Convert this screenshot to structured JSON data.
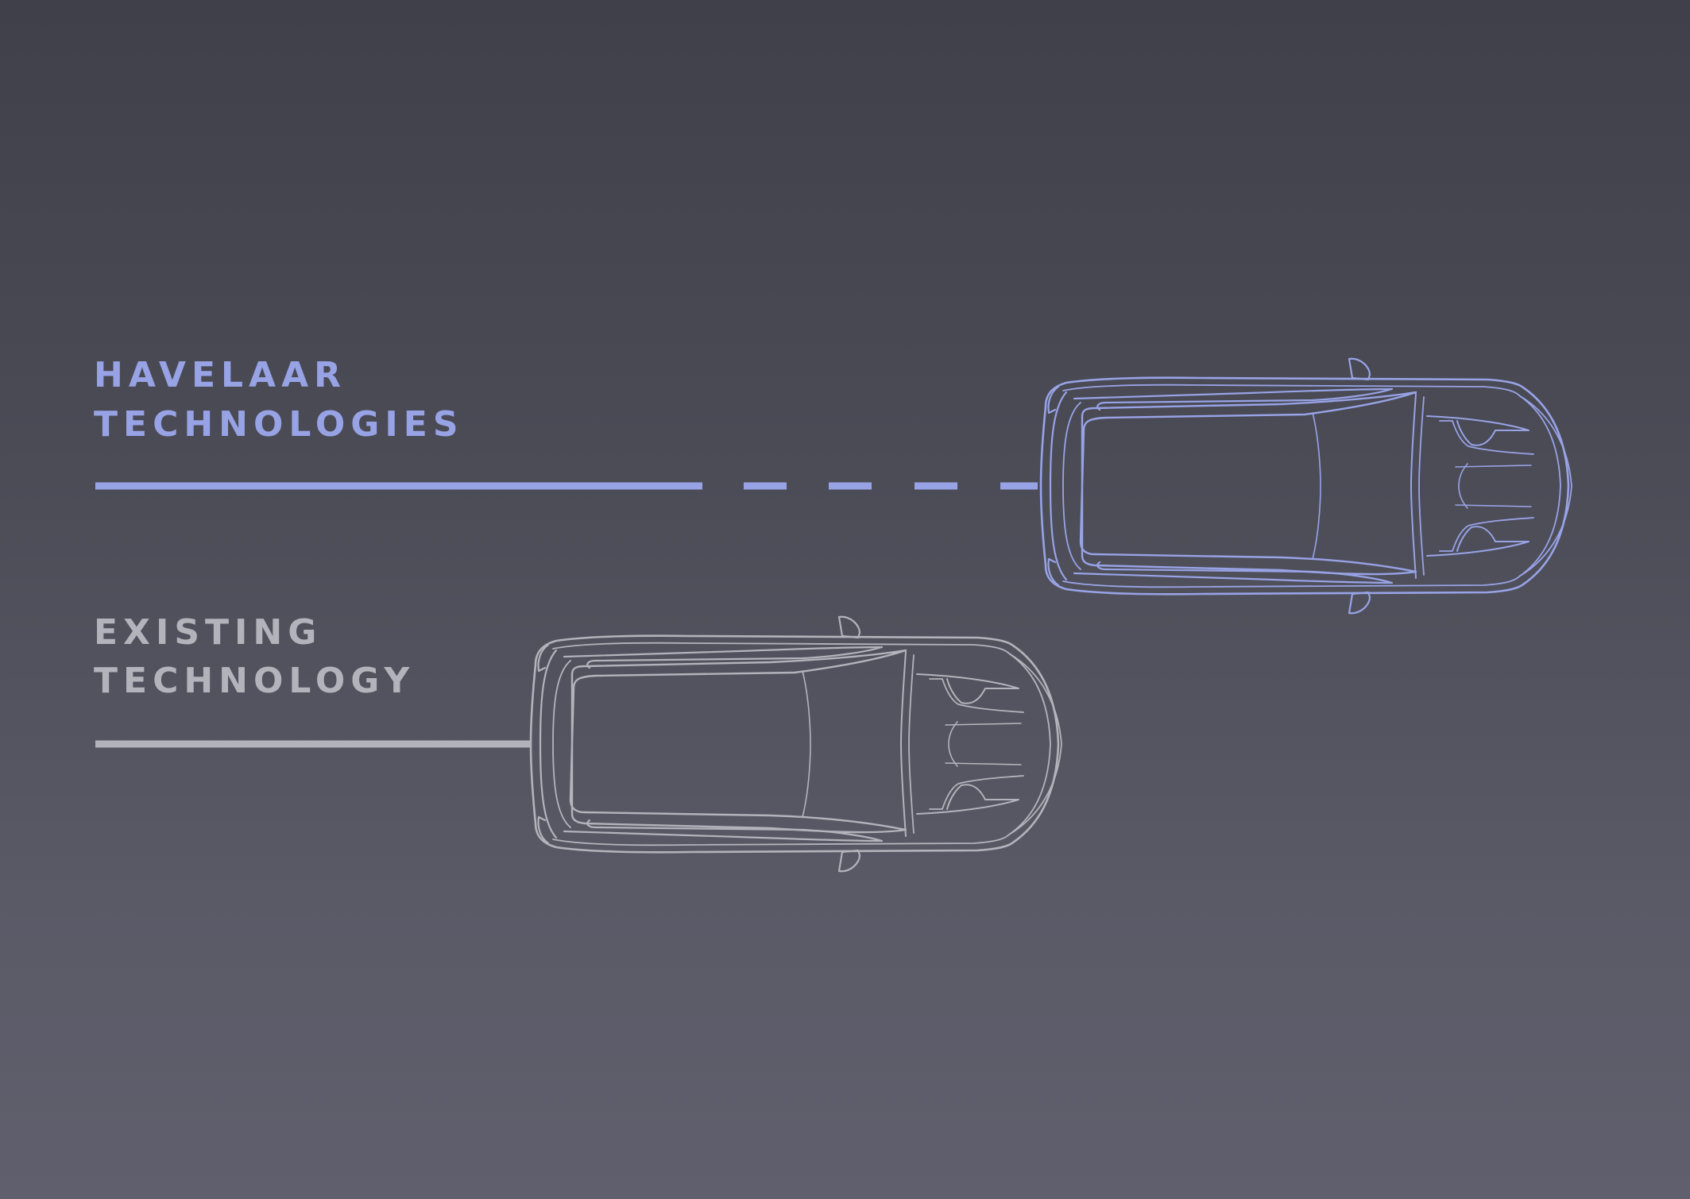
{
  "havelaar": {
    "line1": "HAVELAAR",
    "line2": "TECHNOLOGIES",
    "color": "#98a3e6"
  },
  "existing": {
    "line1": "EXISTING",
    "line2": "TECHNOLOGY",
    "color": "#b3b3bb"
  },
  "background": {
    "top": "#40404a",
    "bottom": "#605f6d"
  },
  "icons": {
    "havelaar_car": "car-top-view-icon",
    "existing_car": "car-top-view-icon"
  }
}
